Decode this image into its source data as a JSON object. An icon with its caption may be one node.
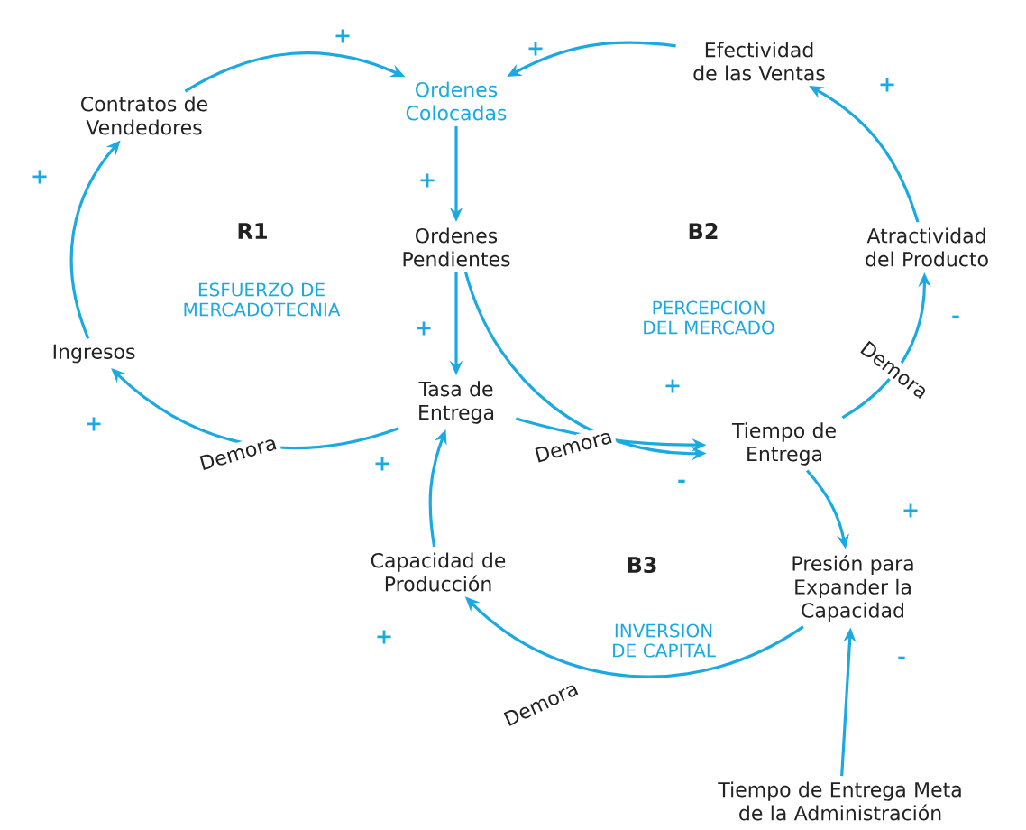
{
  "diagram": {
    "nodes": [
      {
        "text": [
          "Contratos de Vendedores"
        ]
      },
      {
        "text": [
          "Ordenes Colocadas"
        ]
      },
      {
        "text": [
          "Efectividad de las Ventas"
        ]
      },
      {
        "text": [
          "Ordenes Pendientes"
        ]
      },
      {
        "text": [
          "Atractividad del Producto"
        ]
      },
      {
        "text": [
          "Ingresos"
        ]
      },
      {
        "text": [
          "Tasa de Entrega"
        ]
      },
      {
        "text": [
          "Tiempo de Entrega"
        ]
      },
      {
        "text": [
          "Capacidad de Producción"
        ]
      },
      {
        "text": [
          "Presión para Expander la Capacidad"
        ]
      },
      {
        "text": [
          "Tiempo de Entrega Meta de la Administración"
        ]
      }
    ],
    "edges": [
      {
        "from": 0,
        "to": 1,
        "arrow": "to"
      },
      {
        "from": 2,
        "to": 1,
        "arrow": "to"
      },
      {
        "from": 1,
        "to": 3,
        "arrow": "to"
      },
      {
        "from": 3,
        "to": 6,
        "arrow": "to"
      },
      {
        "from": 3,
        "to": 7,
        "arrow": "to"
      },
      {
        "from": 6,
        "to": 7,
        "arrow": "to",
        "label": "Demora"
      },
      {
        "from": 6,
        "to": 5,
        "arrow": "to",
        "label": "Demora"
      },
      {
        "from": 5,
        "to": 0,
        "arrow": "to"
      },
      {
        "from": 7,
        "to": 4,
        "arrow": "to",
        "label": "Demora"
      },
      {
        "from": 4,
        "to": 2,
        "arrow": "to"
      },
      {
        "from": 7,
        "to": 9,
        "arrow": "to"
      },
      {
        "from": 9,
        "to": 8,
        "arrow": "to",
        "label": "Demora"
      },
      {
        "from": 8,
        "to": 6,
        "arrow": "to"
      },
      {
        "from": 10,
        "to": 9,
        "arrow": "to"
      }
    ],
    "labels": [
      "+",
      "+",
      "+",
      "+",
      "+",
      "R1",
      "B2",
      "ESFUERZO DE MERCADOTECNIA",
      "PERCEPCION DEL MERCADO",
      "-",
      "+",
      "+",
      "+",
      "+",
      "-",
      "+",
      "B3",
      "INVERSION DE CAPITAL",
      "+",
      "-"
    ]
  }
}
